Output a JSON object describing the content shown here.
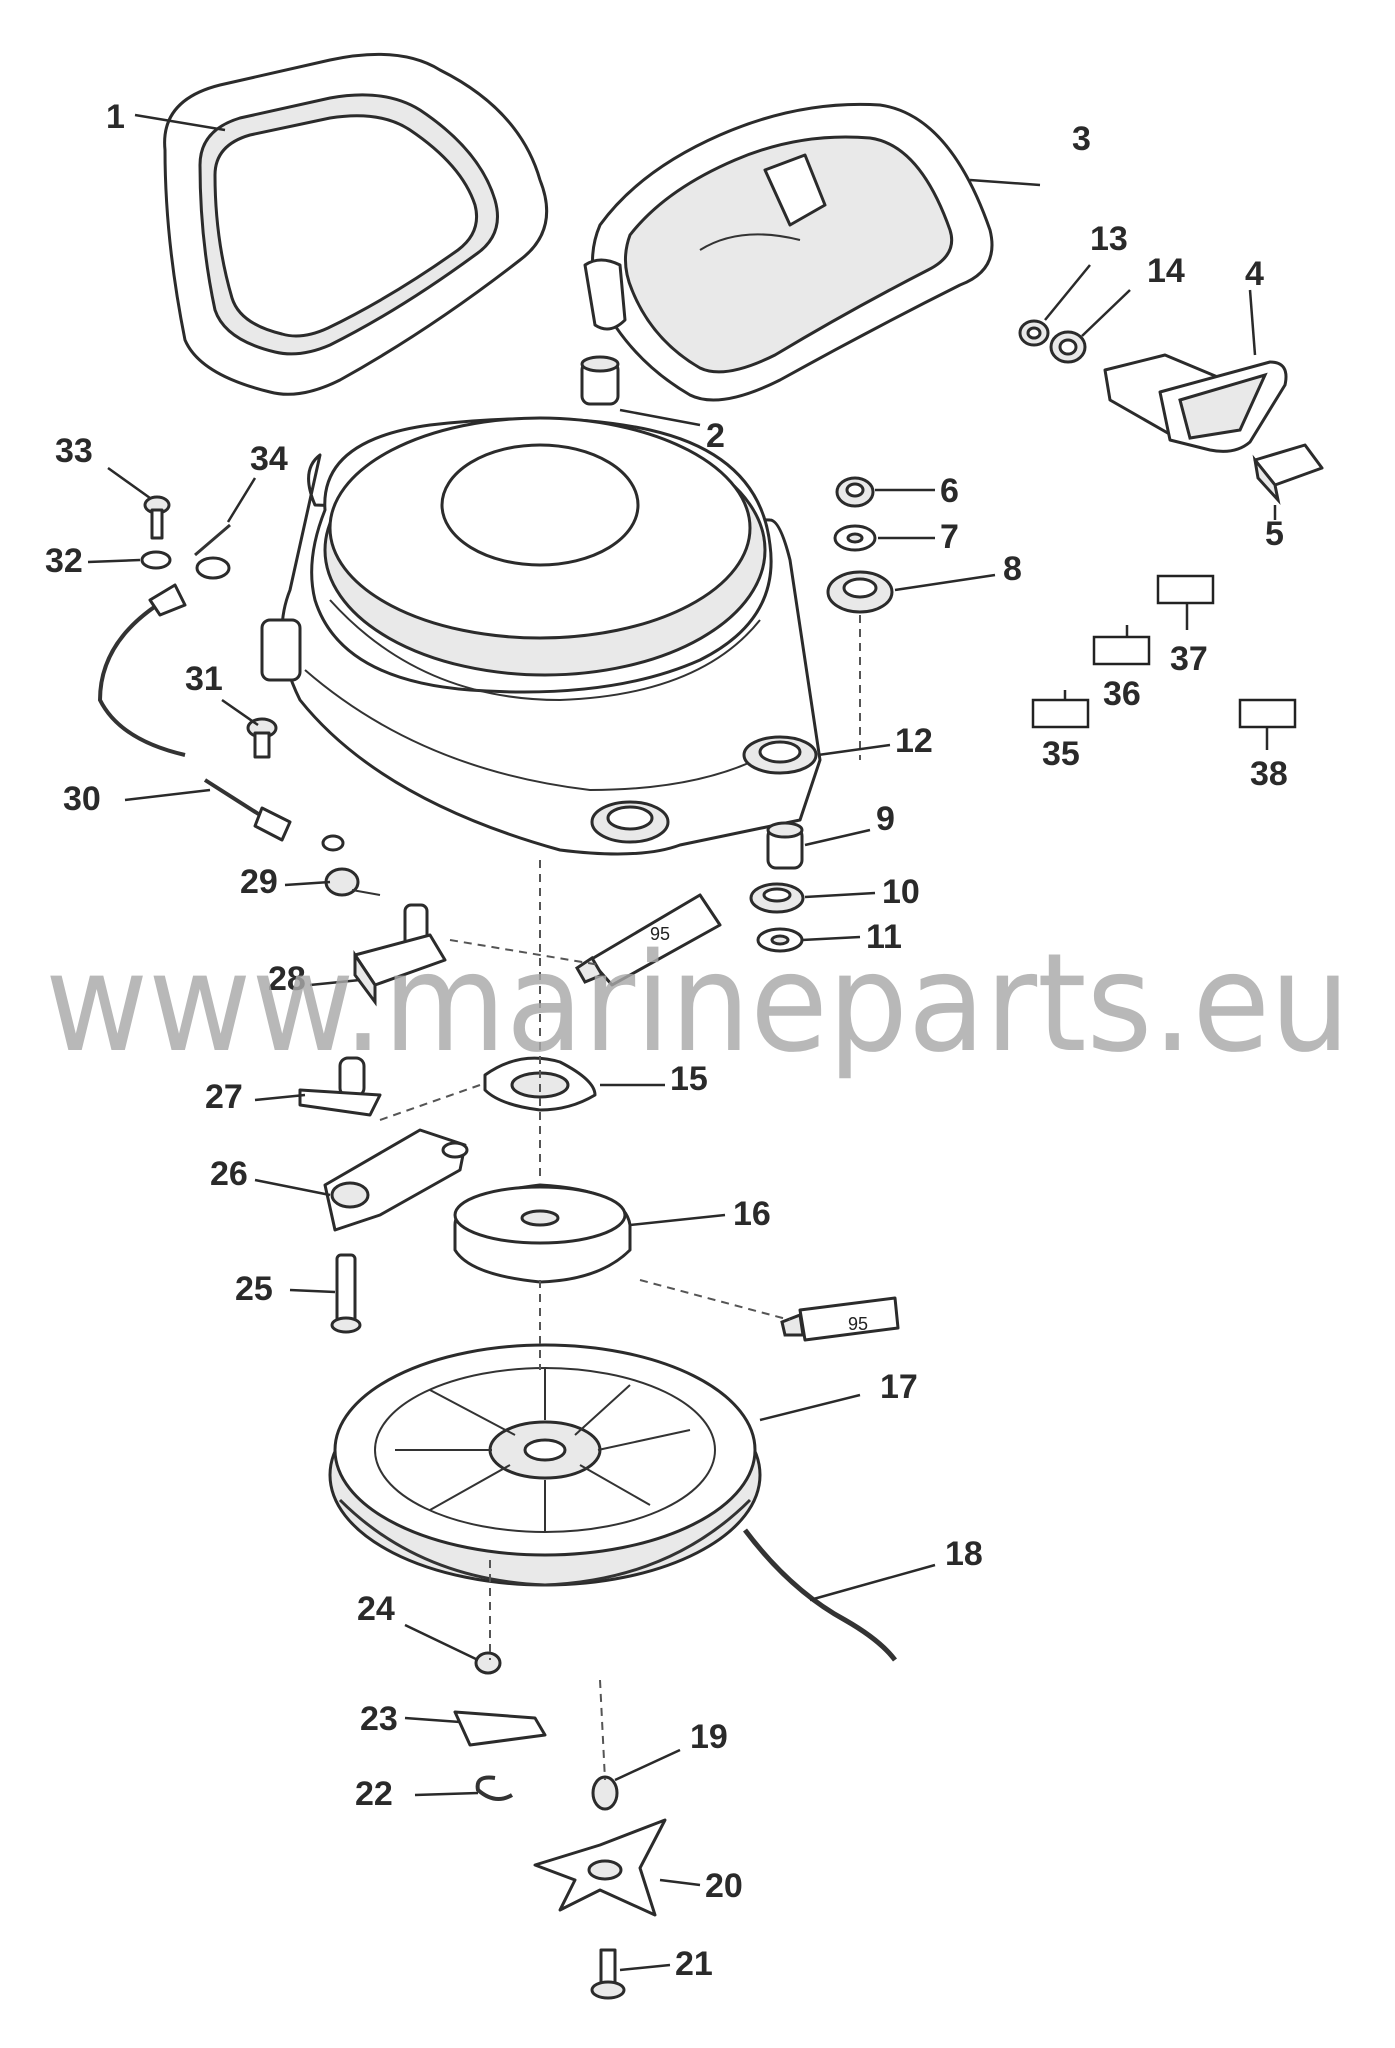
{
  "callouts": {
    "c1": "1",
    "c2": "2",
    "c3": "3",
    "c4": "4",
    "c5": "5",
    "c6": "6",
    "c7": "7",
    "c8": "8",
    "c9": "9",
    "c10": "10",
    "c11": "11",
    "c12": "12",
    "c13": "13",
    "c14": "14",
    "c15": "15",
    "c16": "16",
    "c17": "17",
    "c18": "18",
    "c19": "19",
    "c20": "20",
    "c21": "21",
    "c22": "22",
    "c23": "23",
    "c24": "24",
    "c25": "25",
    "c26": "26",
    "c27": "27",
    "c28": "28",
    "c29": "29",
    "c30": "30",
    "c31": "31",
    "c32": "32",
    "c33": "33",
    "c34": "34",
    "c35": "35",
    "c36": "36",
    "c37": "37",
    "c38": "38"
  },
  "sealant_tubes": {
    "upper": "95",
    "lower": "95"
  },
  "watermark": "www.marineparts.eu"
}
